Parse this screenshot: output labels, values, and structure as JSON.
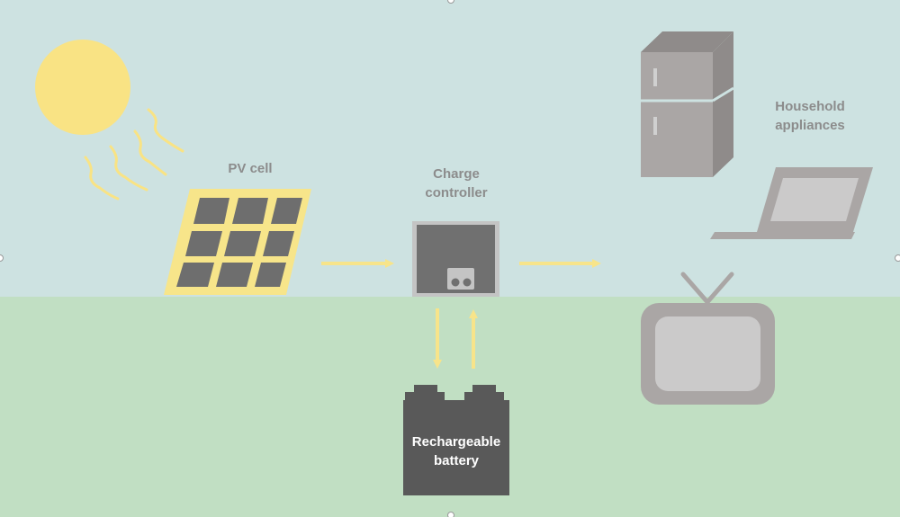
{
  "labels": {
    "pv_cell": [
      "PV cell"
    ],
    "charge_controller": [
      "Charge",
      "controller"
    ],
    "household_appliances": [
      "Household",
      "appliances"
    ],
    "rechargeable_battery": [
      "Rechargeable",
      "battery"
    ]
  },
  "colors": {
    "sky": "#cde2e1",
    "ground": "#c1dfc3",
    "sun": "#f9e384",
    "panel_frame": "#f7e58a",
    "panel_cell": "#6e6e6e",
    "arrow": "#f7e48a",
    "controller_border": "#c4c4c4",
    "controller_body": "#707070",
    "appliance": "#aaa6a5",
    "appliance_dark": "#8f8b8a",
    "tv_screen": "#cbcaca",
    "battery": "#595959",
    "label_text": "#8c8c8c",
    "battery_text": "#ffffff"
  },
  "icons": {
    "sun": "sun-icon",
    "pv_panel": "solar-panel-icon",
    "controller": "charge-controller-icon",
    "fridge": "refrigerator-icon",
    "laptop": "laptop-icon",
    "tv": "television-icon",
    "battery": "battery-icon"
  }
}
